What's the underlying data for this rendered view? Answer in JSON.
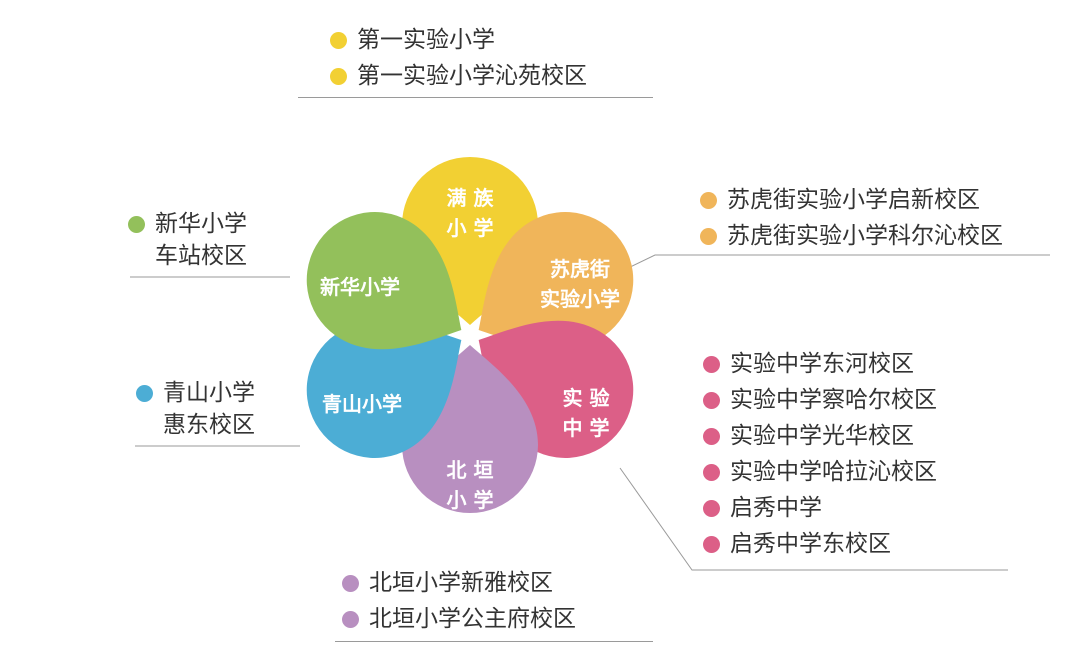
{
  "colors": {
    "yellow": "#f2d033",
    "orange": "#f0b55a",
    "green": "#93c05b",
    "blue": "#4cadd5",
    "purple": "#b88fc0",
    "pink": "#dc5f87"
  },
  "petals": {
    "manzu": {
      "line1": "满 族",
      "line2": "小 学"
    },
    "suhujie": {
      "line1": "苏虎街",
      "line2": "实验小学"
    },
    "xinhua": {
      "line1": "新华小学"
    },
    "qingshan": {
      "line1": "青山小学"
    },
    "beiyuan": {
      "line1": "北 垣",
      "line2": "小 学"
    },
    "shiyan": {
      "line1": "实 验",
      "line2": "中 学"
    }
  },
  "lists": {
    "top": [
      "第一实验小学",
      "第一实验小学沁苑校区"
    ],
    "suhujie": [
      "苏虎街实验小学启新校区",
      "苏虎街实验小学科尔沁校区"
    ],
    "xinhua": {
      "line1": "新华小学",
      "line2": "车站校区"
    },
    "qingshan": {
      "line1": "青山小学",
      "line2": "惠东校区"
    },
    "shiyan": [
      "实验中学东河校区",
      "实验中学察哈尔校区",
      "实验中学光华校区",
      "实验中学哈拉沁校区",
      "启秀中学",
      "启秀中学东校区"
    ],
    "beiyuan": [
      "北垣小学新雅校区",
      "北垣小学公主府校区"
    ]
  }
}
